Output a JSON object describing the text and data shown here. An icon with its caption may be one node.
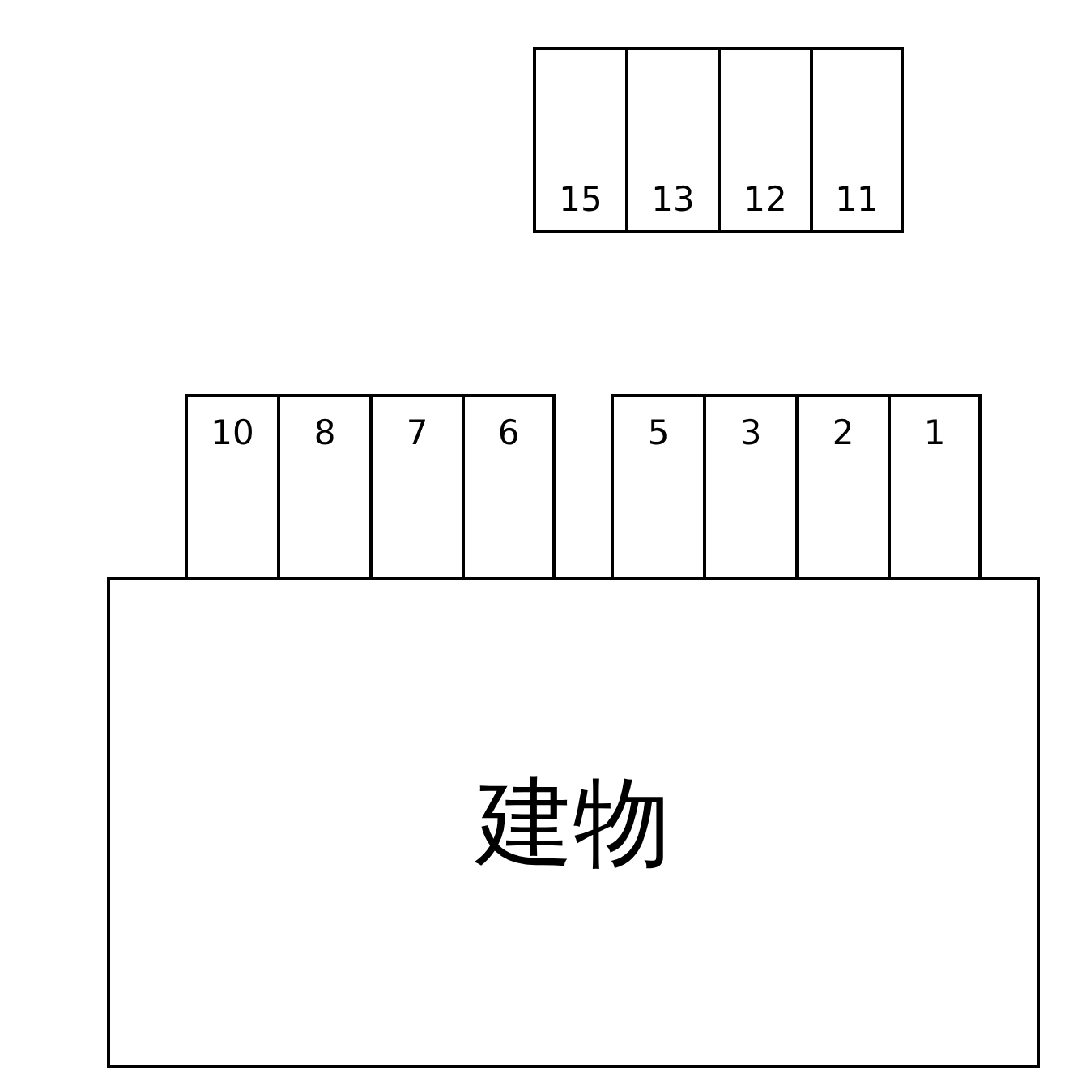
{
  "diagram": {
    "nodes": [
      {
        "text": [
          "15"
        ]
      },
      {
        "text": [
          "13"
        ]
      },
      {
        "text": [
          "12"
        ]
      },
      {
        "text": [
          "11"
        ]
      },
      {
        "text": [
          "10"
        ]
      },
      {
        "text": [
          "8"
        ]
      },
      {
        "text": [
          "7"
        ]
      },
      {
        "text": [
          "6"
        ]
      },
      {
        "text": [
          "5"
        ]
      },
      {
        "text": [
          "3"
        ]
      },
      {
        "text": [
          "2"
        ]
      },
      {
        "text": [
          "1"
        ]
      },
      {
        "text": [
          "建物"
        ]
      }
    ]
  }
}
